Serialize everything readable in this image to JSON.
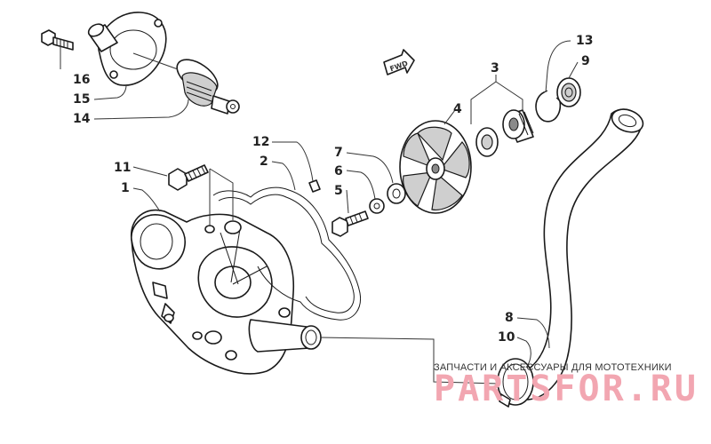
{
  "parts": [
    {
      "id": "label-1",
      "text": "1"
    },
    {
      "id": "label-2",
      "text": "2"
    },
    {
      "id": "label-3",
      "text": "3"
    },
    {
      "id": "label-4",
      "text": "4"
    },
    {
      "id": "label-5",
      "text": "5"
    },
    {
      "id": "label-6",
      "text": "6"
    },
    {
      "id": "label-7",
      "text": "7"
    },
    {
      "id": "label-8",
      "text": "8"
    },
    {
      "id": "label-9",
      "text": "9"
    },
    {
      "id": "label-10",
      "text": "10"
    },
    {
      "id": "label-11",
      "text": "11"
    },
    {
      "id": "label-12",
      "text": "12"
    },
    {
      "id": "label-13",
      "text": "13"
    },
    {
      "id": "label-14",
      "text": "14"
    },
    {
      "id": "label-15",
      "text": "15"
    },
    {
      "id": "label-16",
      "text": "16"
    }
  ],
  "labels": {
    "p1": "1",
    "p2": "2",
    "p3": "3",
    "p4": "4",
    "p5": "5",
    "p6": "6",
    "p7": "7",
    "p8": "8",
    "p9": "9",
    "p10": "10",
    "p11": "11",
    "p12": "12",
    "p13": "13",
    "p14": "14",
    "p15": "15",
    "p16": "16"
  },
  "direction_arrow": {
    "text": "FWD"
  },
  "watermark": {
    "caption": "ЗАПЧАСТИ И АКСЕССУАРЫ ДЛЯ МОТОТЕХНИКИ",
    "logo": "PARTSFOR.RU",
    "color": "#f2a6b1"
  },
  "colors": {
    "line": "#1a1a1a",
    "label": "#222222",
    "background": "#ffffff"
  }
}
